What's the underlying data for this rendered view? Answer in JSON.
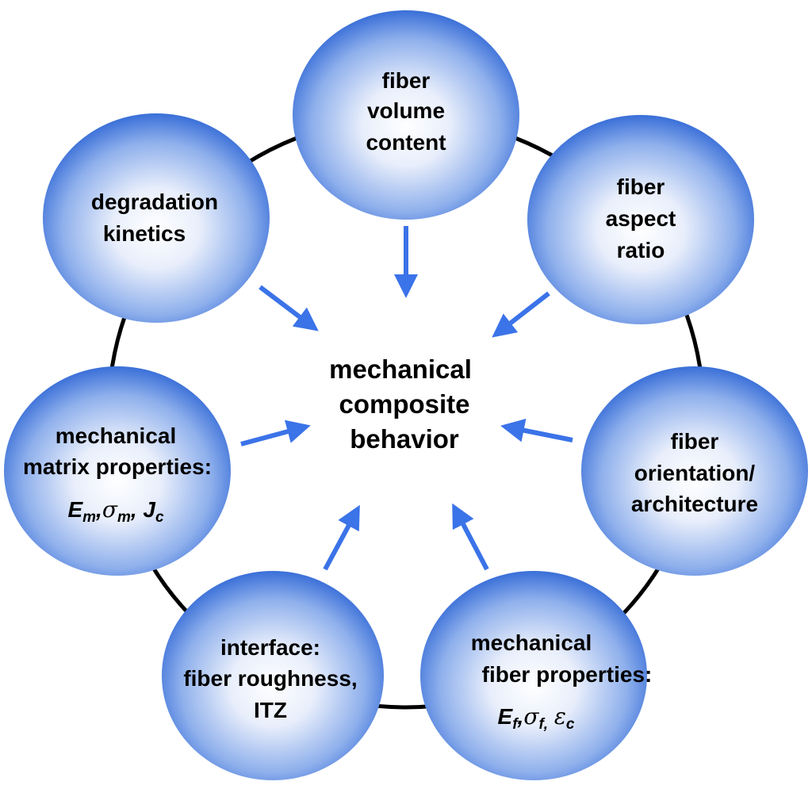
{
  "center": {
    "lines": [
      "mechanical",
      "composite",
      "behavior"
    ]
  },
  "nodes": {
    "volume": {
      "lines": [
        "fiber",
        "volume",
        "content"
      ]
    },
    "aspect": {
      "lines": [
        "fiber",
        "aspect",
        "ratio"
      ]
    },
    "orientation": {
      "lines": [
        "fiber",
        "orientation/",
        "architecture"
      ]
    },
    "fiber_props": {
      "lines": [
        "mechanical",
        "fiber properties:"
      ],
      "formula": {
        "E": "E",
        "E_sub": "f",
        "sigma": "σ",
        "sigma_sub": "f,",
        "eps": "ε",
        "eps_sub": "c"
      }
    },
    "interface": {
      "lines": [
        "interface:",
        "fiber roughness,",
        "ITZ"
      ]
    },
    "matrix_props": {
      "lines": [
        "mechanical",
        "matrix properties:"
      ],
      "formula": {
        "E": "E",
        "E_sub": "m",
        "sigma": "σ",
        "sigma_sub": "m",
        "J": "J",
        "J_sub": "c"
      }
    },
    "degradation": {
      "lines": [
        "degradation",
        "kinetics"
      ]
    }
  },
  "colors": {
    "sphere_edge": "#3a6fd8",
    "sphere_center": "#ffffff",
    "arrow": "#3b73e8",
    "ring": "#000000"
  }
}
